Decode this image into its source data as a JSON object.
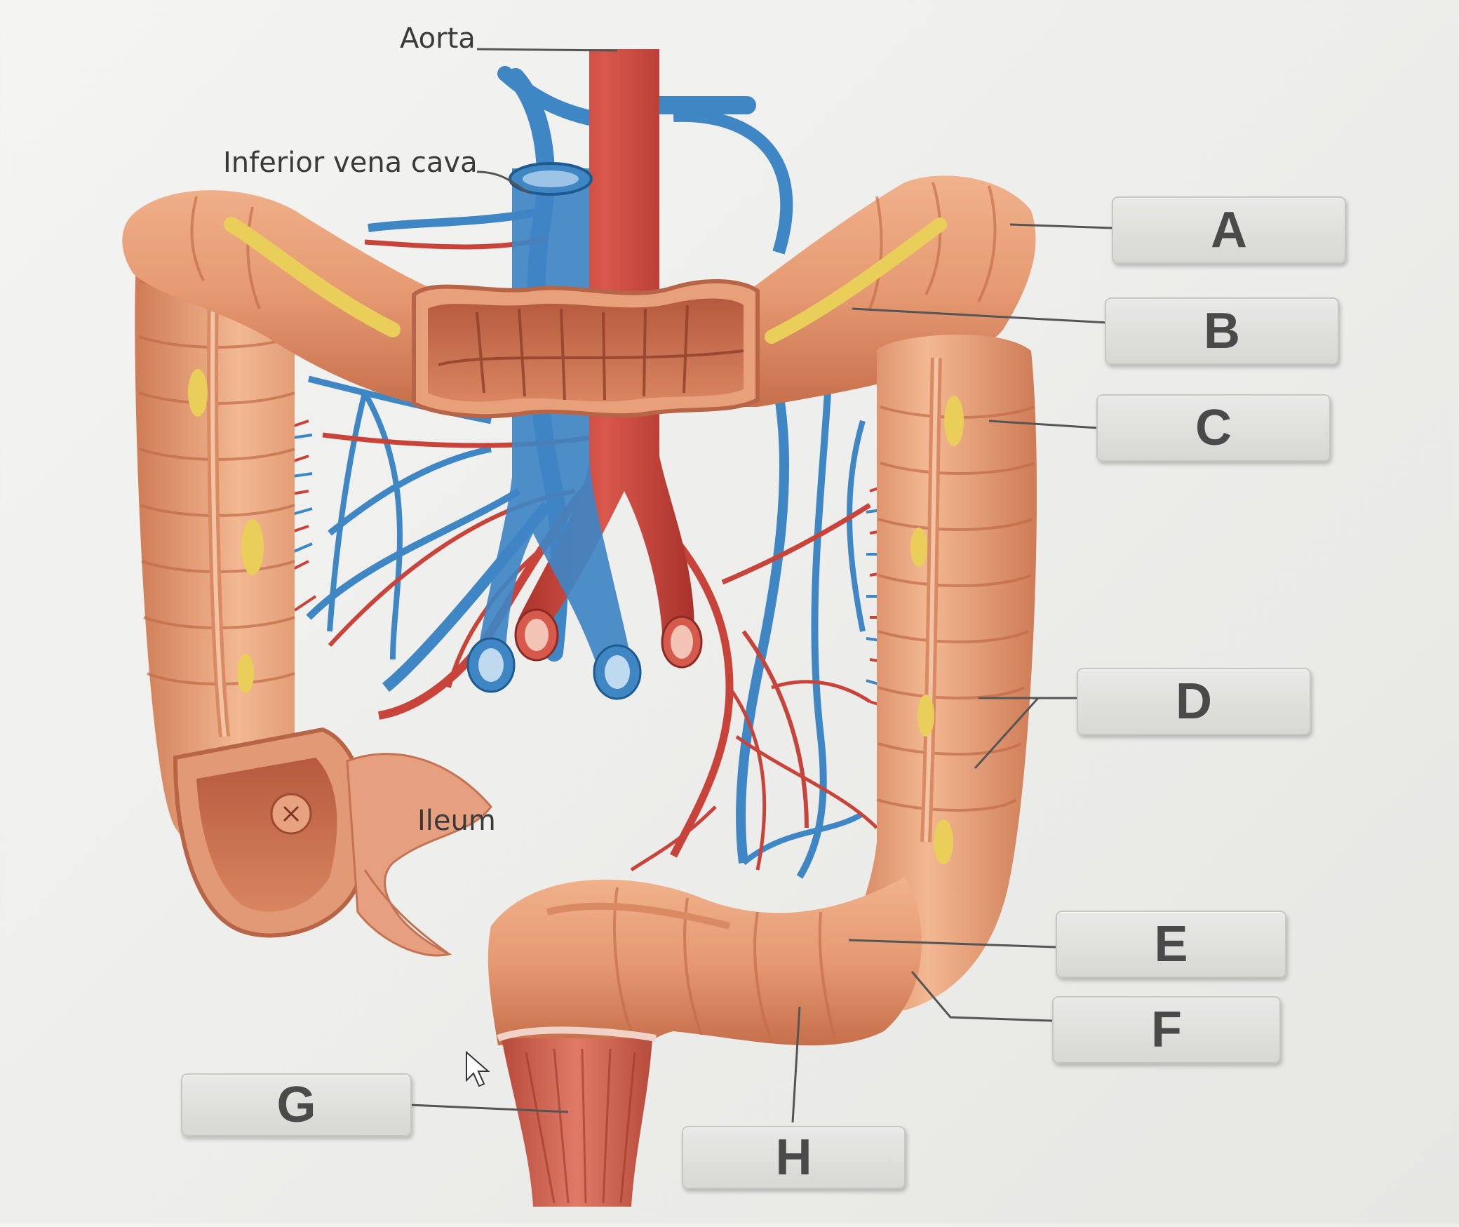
{
  "figure": {
    "structure_labels": {
      "aorta": "Aorta",
      "inferior_vena_cava": "Inferior vena cava",
      "ileum": "Ileum"
    },
    "answer_boxes": [
      "A",
      "B",
      "C",
      "D",
      "E",
      "F",
      "G",
      "H"
    ]
  },
  "colors": {
    "colon": "#e7a07a",
    "colon_shadow": "#c8724e",
    "artery": "#c8443a",
    "vein": "#3f86c4",
    "fat": "#e9cf5a",
    "box_fill": "#dcdcda"
  }
}
